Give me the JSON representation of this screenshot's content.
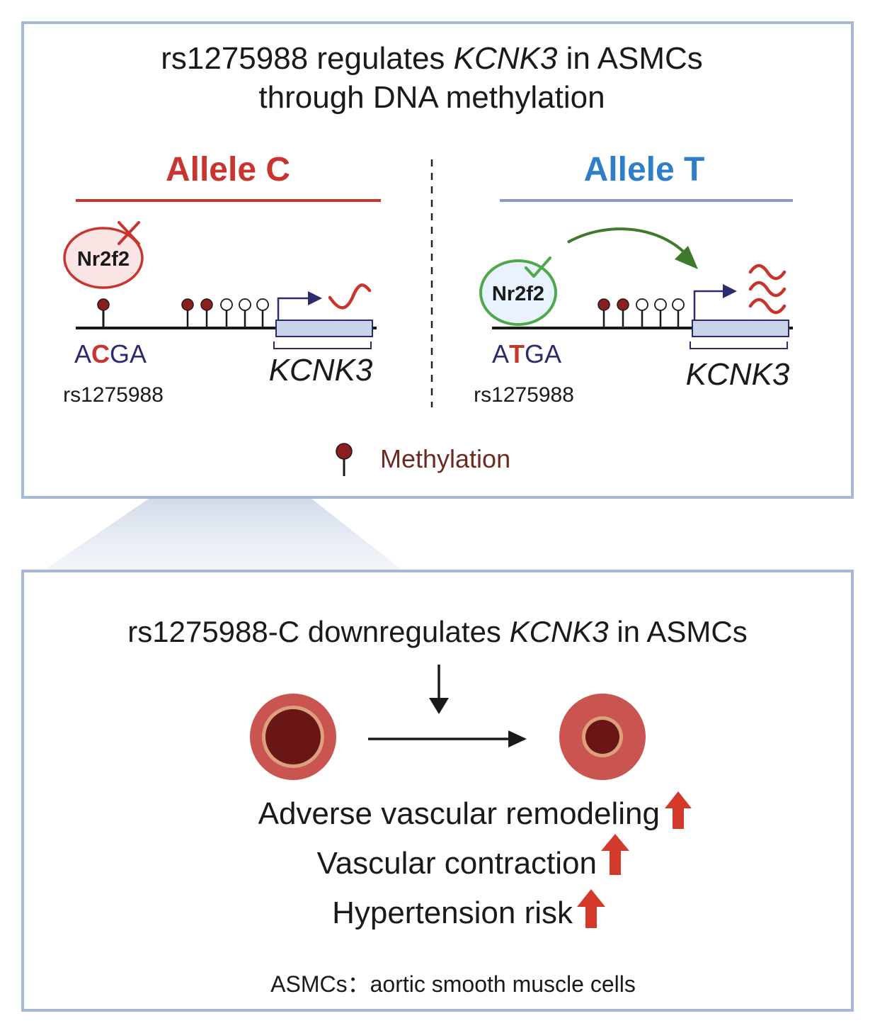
{
  "top_panel": {
    "title_line1_part1": "rs1275988 regulates ",
    "title_line1_gene": "KCNK3",
    "title_line1_part2": " in ASMCs",
    "title_line2": "through DNA methylation",
    "allele_c": {
      "label": "Allele C",
      "factor": "Nr2f2",
      "seq_prefix": "A",
      "seq_allele": "C",
      "seq_suffix": "GA",
      "snp_id": "rs1275988",
      "gene": "KCNK3",
      "binding": "blocked"
    },
    "allele_t": {
      "label": "Allele T",
      "factor": "Nr2f2",
      "seq_prefix": "A",
      "seq_allele": "T",
      "seq_suffix": "GA",
      "snp_id": "rs1275988",
      "gene": "KCNK3",
      "binding": "bound"
    },
    "legend_methylation": "Methylation"
  },
  "bottom_panel": {
    "headline_part1": "rs1275988-C downregulates ",
    "headline_gene": "KCNK3",
    "headline_part2": " in ASMCs",
    "outcomes": [
      {
        "text": "Adverse vascular remodeling",
        "trend": "up"
      },
      {
        "text": "Vascular contraction",
        "trend": "up"
      },
      {
        "text": "Hypertension risk",
        "trend": "up"
      }
    ],
    "footnote": "ASMCs：aortic smooth muscle cells"
  },
  "colors": {
    "panel_border": "#a7b9d6",
    "allele_c": "#c8352e",
    "allele_t": "#2f7fc8",
    "methyl": "#8b1e1e",
    "nucleotide_blue": "#2b2c6e",
    "arrow_green": "#3d7a2c",
    "up_arrow": "#d33a2c",
    "gene_box": "#c9d4e8"
  }
}
